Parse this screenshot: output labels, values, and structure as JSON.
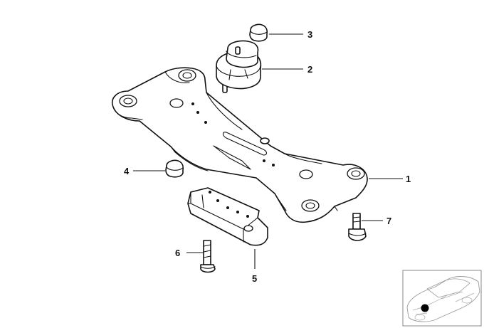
{
  "diagram": {
    "callouts": [
      {
        "id": "1",
        "label": "1"
      },
      {
        "id": "2",
        "label": "2"
      },
      {
        "id": "3",
        "label": "3"
      },
      {
        "id": "4",
        "label": "4"
      },
      {
        "id": "5",
        "label": "5"
      },
      {
        "id": "6",
        "label": "6"
      },
      {
        "id": "7",
        "label": "7"
      }
    ],
    "thumbnail": {
      "icon": "car-location-icon"
    }
  },
  "colors": {
    "line": "#111111",
    "background": "#ffffff"
  }
}
